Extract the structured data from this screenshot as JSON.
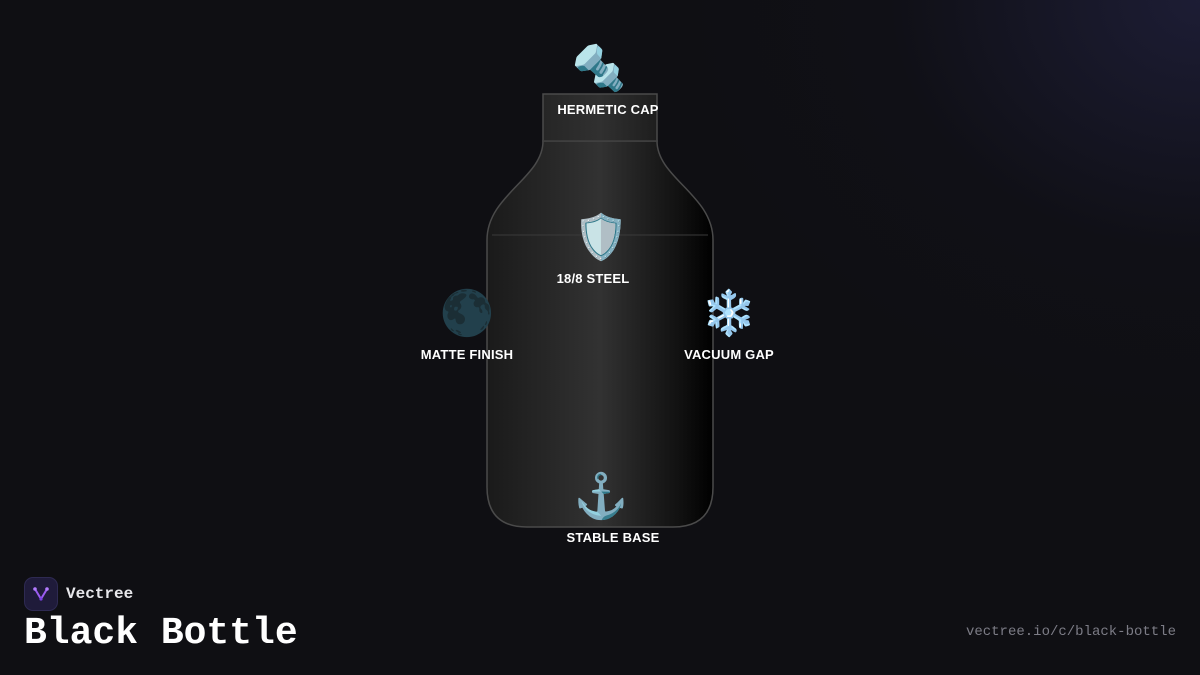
{
  "brand": {
    "name": "Vectree",
    "title": "Black Bottle",
    "url": "vectree.io/c/black-bottle",
    "logo_icon": "vectree-logo-icon",
    "accent_color": "#7b3fe4"
  },
  "diagram": {
    "subject": "bottle",
    "body_color": "#1c1c1c",
    "outline_color": "#4a4a4a",
    "features": [
      {
        "id": "cap",
        "icon": "bolt-icon",
        "emoji": "🔩",
        "label": "HERMETIC CAP"
      },
      {
        "id": "steel",
        "icon": "shield-icon",
        "emoji": "🛡️",
        "label": "18/8 STEEL"
      },
      {
        "id": "matte",
        "icon": "new-moon-icon",
        "emoji": "🌑",
        "label": "MATTE FINISH"
      },
      {
        "id": "vacuum",
        "icon": "snowflake-icon",
        "emoji": "❄️",
        "label": "VACUUM GAP"
      },
      {
        "id": "base",
        "icon": "anchor-icon",
        "emoji": "⚓",
        "label": "STABLE BASE"
      }
    ]
  }
}
